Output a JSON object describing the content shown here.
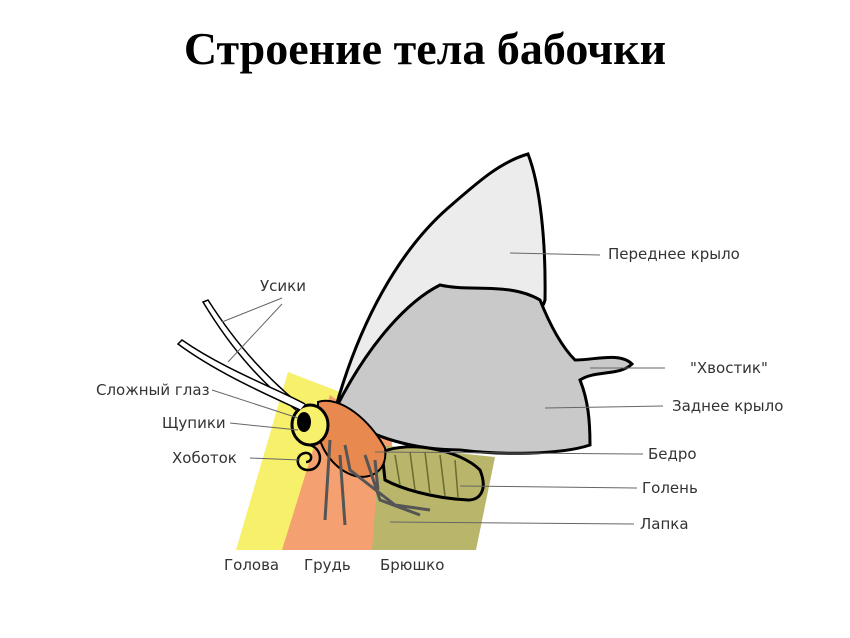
{
  "title": "Строение тела бабочки",
  "labels": {
    "antennae": "Усики",
    "compound_eye": "Сложный глаз",
    "palps": "Щупики",
    "proboscis": "Хоботок",
    "forewing": "Переднее крыло",
    "tail": "\"Хвостик\"",
    "hindwing": "Заднее крыло",
    "femur": "Бедро",
    "tibia": "Голень",
    "tarsus": "Лапка",
    "head": "Голова",
    "thorax": "Грудь",
    "abdomen": "Брюшко"
  },
  "colors": {
    "head_region": "#f7f06a",
    "thorax_region": "#f4a070",
    "abdomen_region": "#b9b66b",
    "forewing": "#ececec",
    "hindwing": "#c9c9c9"
  }
}
